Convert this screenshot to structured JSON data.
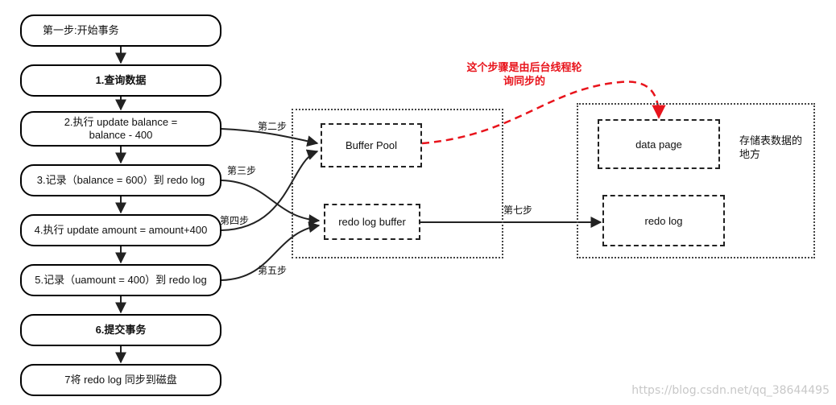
{
  "steps": [
    {
      "label": "第一步:开始事务"
    },
    {
      "label": "1.查询数据"
    },
    {
      "label": "2.执行 update balance = balance - 400"
    },
    {
      "label": "3.记录（balance = 600）到 redo log"
    },
    {
      "label": "4.执行 update amount = amount+400"
    },
    {
      "label": "5.记录（uamount = 400）到 redo log"
    },
    {
      "label": "6.提交事务"
    },
    {
      "label": "7将 redo log 同步到磁盘"
    }
  ],
  "memory": {
    "buffer_pool": "Buffer Pool",
    "redo_log_buffer": "redo log buffer"
  },
  "disk": {
    "data_page": "data page",
    "redo_log": "redo log",
    "note": "存储表数据的地方"
  },
  "arrow_labels": {
    "step2": "第二步",
    "step3": "第三步",
    "step4": "第四步",
    "step5": "第五步",
    "step7": "第七步"
  },
  "background_note": "这个步骤是由后台线程轮询同步的",
  "watermark": "https://blog.csdn.net/qq_38644495",
  "colors": {
    "accent_red": "#e8141c",
    "stroke": "#222222"
  }
}
